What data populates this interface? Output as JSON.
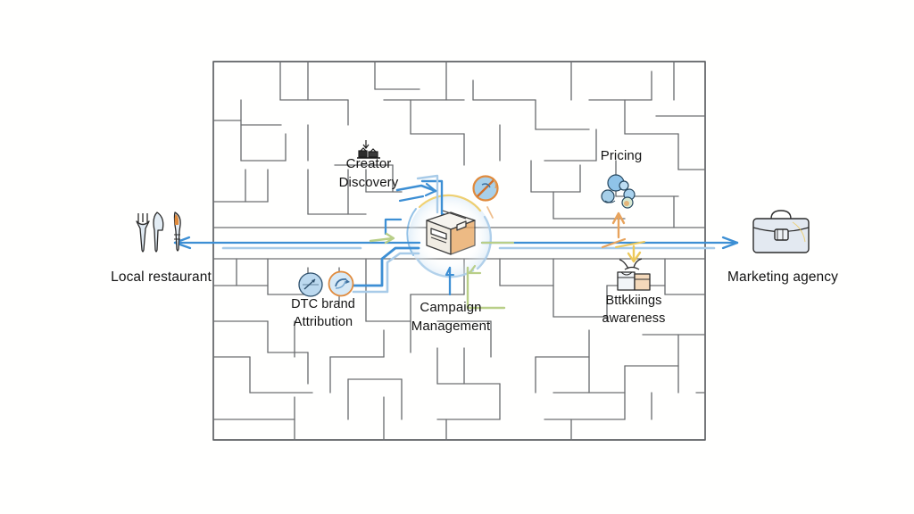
{
  "diagram": {
    "title": "Maze navigation diagram connecting a local restaurant to a marketing agency",
    "background_color": "#fffffe",
    "maze_line_color": "#6d6f72",
    "accent_blue": "#3d8fd4",
    "accent_orange": "#e8a35c",
    "accent_green": "#b9cf88",
    "text_color": "#141414"
  },
  "endpoints": [
    {
      "id": "left",
      "label": "Local restaurant",
      "icon": "fork-knife-icon",
      "side": "left"
    },
    {
      "id": "right",
      "label": "Marketing agency",
      "icon": "briefcase-icon",
      "side": "right"
    }
  ],
  "center_node": {
    "label_line1": "Campaign",
    "label_line2": "Management",
    "icon": "cardboard-box-icon"
  },
  "nodes": [
    {
      "id": "creator-discovery",
      "label_line1": "Creator",
      "label_line2": "Discovery",
      "icon": "sketch-cluster-icon"
    },
    {
      "id": "dtc-brand-attribution",
      "label_line1": "DTC brand",
      "label_line2": "Attribution",
      "icon": "compass-badge-icon",
      "icon2": "refresh-badge-icon"
    },
    {
      "id": "pricing",
      "label_line1": "Pricing",
      "label_line2": "",
      "icon": "bubbles-icon"
    },
    {
      "id": "brand-awareness",
      "label_line1": "Bttkkiings",
      "label_line2": "awareness",
      "icon": "shopping-bag-icon"
    }
  ],
  "blocker": {
    "id": "no-entry",
    "icon": "no-entry-badge-icon",
    "ring_color": "#e08a3c",
    "fill_color": "#8fc3e8"
  },
  "arrows": [
    {
      "id": "arrow-to-left-endpoint",
      "direction": "left",
      "color": "#3d8fd4"
    },
    {
      "id": "arrow-to-right-endpoint",
      "direction": "right",
      "color": "#3d8fd4"
    }
  ]
}
